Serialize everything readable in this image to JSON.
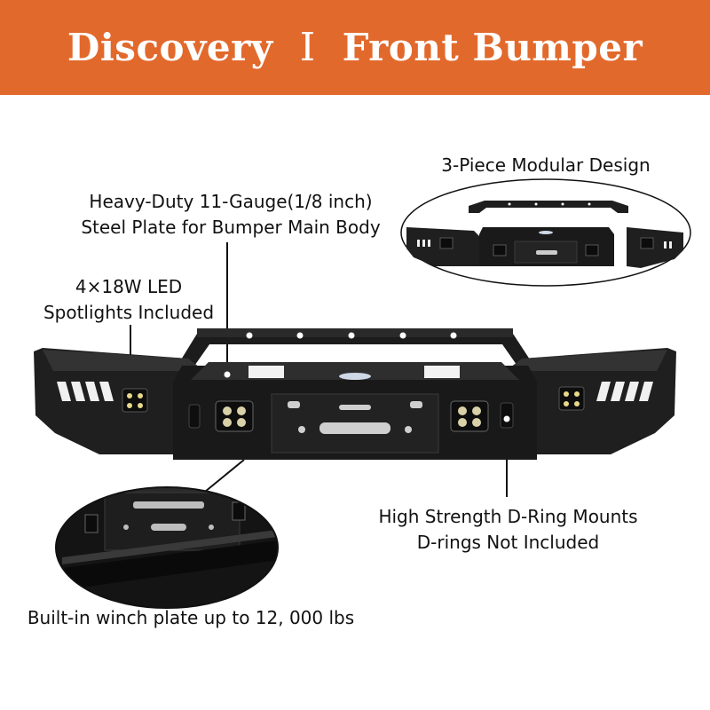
{
  "banner": {
    "brand": "Discovery",
    "separator": "I",
    "product": "Front Bumper",
    "color": "#E2692C"
  },
  "callouts": {
    "steel_line1": "Heavy-Duty 11-Gauge(1/8 inch)",
    "steel_line2": "Steel Plate for Bumper Main Body",
    "led_line1": "4×18W LED",
    "led_line2": "Spotlights Included",
    "modular": "3-Piece Modular Design",
    "dring_line1": "High Strength D-Ring Mounts",
    "dring_line2": "D-rings Not Included",
    "winch": "Built-in winch plate up to 12, 000 lbs"
  },
  "icons": [
    "bumper-illustration",
    "modular-pieces-illustration",
    "winch-plate-closeup-illustration"
  ]
}
